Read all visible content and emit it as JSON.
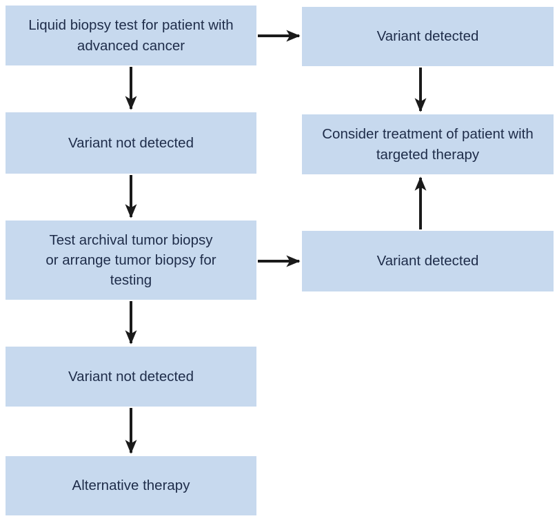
{
  "diagram": {
    "type": "flowchart",
    "background_color": "#ffffff",
    "node_fill_color": "#c7d9ee",
    "node_text_color": "#1e2c49",
    "arrow_color": "#1a1a1a",
    "nodes": [
      {
        "id": "liquid-biopsy-test",
        "label": "Liquid biopsy test for patient with advanced cancer",
        "column": "left",
        "row": 1
      },
      {
        "id": "variant-detected-liquid",
        "label": "Variant detected",
        "column": "right",
        "row": 1
      },
      {
        "id": "variant-not-detected-liquid",
        "label": "Variant not detected",
        "column": "left",
        "row": 2
      },
      {
        "id": "consider-targeted-therapy",
        "label": "Consider treatment of patient with targeted therapy",
        "column": "right",
        "row": 2
      },
      {
        "id": "test-archival-tumor-biopsy",
        "label": "Test archival tumor biopsy or arrange tumor biopsy for testing",
        "column": "left",
        "row": 3
      },
      {
        "id": "variant-detected-tumor",
        "label": "Variant detected",
        "column": "right",
        "row": 3
      },
      {
        "id": "variant-not-detected-tumor",
        "label": "Variant not detected",
        "column": "left",
        "row": 4
      },
      {
        "id": "alternative-therapy",
        "label": "Alternative therapy",
        "column": "left",
        "row": 5
      }
    ],
    "edges": [
      {
        "from": "liquid-biopsy-test",
        "to": "variant-detected-liquid",
        "direction": "right"
      },
      {
        "from": "liquid-biopsy-test",
        "to": "variant-not-detected-liquid",
        "direction": "down"
      },
      {
        "from": "variant-detected-liquid",
        "to": "consider-targeted-therapy",
        "direction": "down"
      },
      {
        "from": "variant-not-detected-liquid",
        "to": "test-archival-tumor-biopsy",
        "direction": "down"
      },
      {
        "from": "test-archival-tumor-biopsy",
        "to": "variant-detected-tumor",
        "direction": "right"
      },
      {
        "from": "variant-detected-tumor",
        "to": "consider-targeted-therapy",
        "direction": "up"
      },
      {
        "from": "test-archival-tumor-biopsy",
        "to": "variant-not-detected-tumor",
        "direction": "down"
      },
      {
        "from": "variant-not-detected-tumor",
        "to": "alternative-therapy",
        "direction": "down"
      }
    ]
  }
}
